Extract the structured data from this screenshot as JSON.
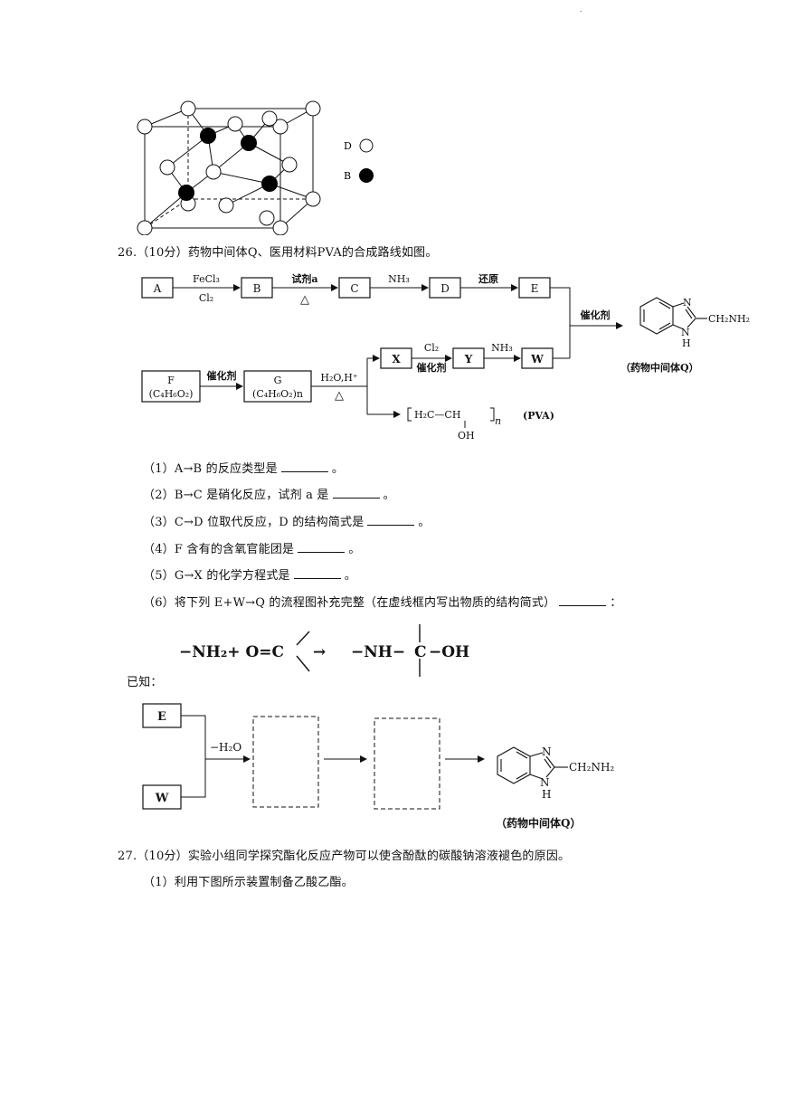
{
  "crystal": {
    "legend": [
      {
        "label": "D",
        "fill": "#ffffff"
      },
      {
        "label": "B",
        "fill": "#000000"
      }
    ]
  },
  "q26": {
    "header": "26.（10分）药物中间体Q、医用材料PVA的合成路线如图。",
    "route": {
      "row1_boxes": [
        "A",
        "B",
        "C",
        "D",
        "E"
      ],
      "row1_arrows": [
        {
          "top": "FeCl₃",
          "bottom": "Cl₂"
        },
        {
          "top": "试剂a",
          "bottom": "△"
        },
        {
          "top": "NH₃",
          "bottom": ""
        },
        {
          "top": "还原",
          "bottom": ""
        }
      ],
      "catalyst_join": "催化剂",
      "product_substituent": "CH₂NH₂",
      "product_n": "N",
      "product_nh": "H",
      "product_caption": "（药物中间体Q）",
      "F_box": [
        "F",
        "(C₄H₆O₂)"
      ],
      "G_box": [
        "G",
        "(C₄H₆O₂)n"
      ],
      "F_to_G": "催化剂",
      "G_arrow": {
        "top": "H₂O,H⁺",
        "bottom": "△"
      },
      "X_box": "X",
      "Y_box": "Y",
      "W_box": "W",
      "X_to_Y": {
        "top": "Cl₂",
        "bottom": "催化剂"
      },
      "Y_to_W": {
        "top": "NH₃",
        "bottom": ""
      },
      "pva_chain": "H₂C—CH",
      "pva_oh": "OH",
      "pva_n": "n",
      "pva_label": "(PVA)"
    },
    "questions": [
      {
        "pre": "（1）A→B 的反应类型是",
        "post": "。"
      },
      {
        "pre": "（2）B→C 是硝化反应，试剂 a 是",
        "post": "。"
      },
      {
        "pre": "（3）C→D 位取代反应，D 的结构简式是",
        "post": "。"
      },
      {
        "pre": "（4）F 含有的含氧官能团是",
        "post": "。"
      },
      {
        "pre": "（5）G→X 的化学方程式是",
        "post": "。"
      },
      {
        "pre": "（6）将下列 E+W→Q 的流程图补充完整（在虚线框内写出物质的结构简式）",
        "post": "："
      }
    ],
    "known_label": "已知：",
    "known": {
      "left": "−NH₂+ O=C",
      "arrow": "→",
      "right_nh": "−NH−",
      "right_c": "C",
      "right_oh": "−OH"
    },
    "flow": {
      "E": "E",
      "W": "W",
      "minus_water": "−H₂O",
      "product_substituent": "CH₂NH₂",
      "product_n": "N",
      "product_nh": "H",
      "product_caption": "（药物中间体Q）"
    }
  },
  "q27": {
    "header": "27.（10分）实验小组同学探究酯化反应产物可以使含酚酞的碳酸钠溶液褪色的原因。",
    "sub1": "（1）利用下图所示装置制备乙酸乙酯。"
  }
}
